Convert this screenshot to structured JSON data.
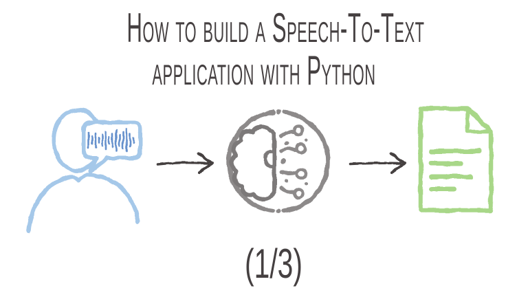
{
  "slide": {
    "title_line1": "How to build a Speech-To-Text",
    "title_line2": "application with Python",
    "page_indicator": "(1/3)",
    "page_current": "1",
    "page_total": "3"
  },
  "flow": {
    "steps": [
      {
        "icon": "person-speaking-icon",
        "parts": [
          "person-head",
          "speech-bubble",
          "audio-waveform",
          "person-shoulders"
        ]
      },
      {
        "icon": "ai-brain-icon",
        "parts": [
          "outer-circle",
          "brain-half",
          "circuit-traces",
          "circuit-nodes"
        ]
      },
      {
        "icon": "text-document-icon",
        "parts": [
          "page-outline",
          "folded-corner",
          "text-lines"
        ]
      }
    ],
    "connectors": [
      {
        "icon": "arrow-right-icon"
      },
      {
        "icon": "arrow-right-icon"
      }
    ]
  },
  "colors": {
    "background": "#ffffff",
    "ink": "#454041",
    "speaker-outline": "#a5c8e9",
    "waveform": "#6590cc",
    "ai-outline": "#8d8a8a",
    "ai-brain": "#7c7979",
    "document": "#a8d788"
  }
}
